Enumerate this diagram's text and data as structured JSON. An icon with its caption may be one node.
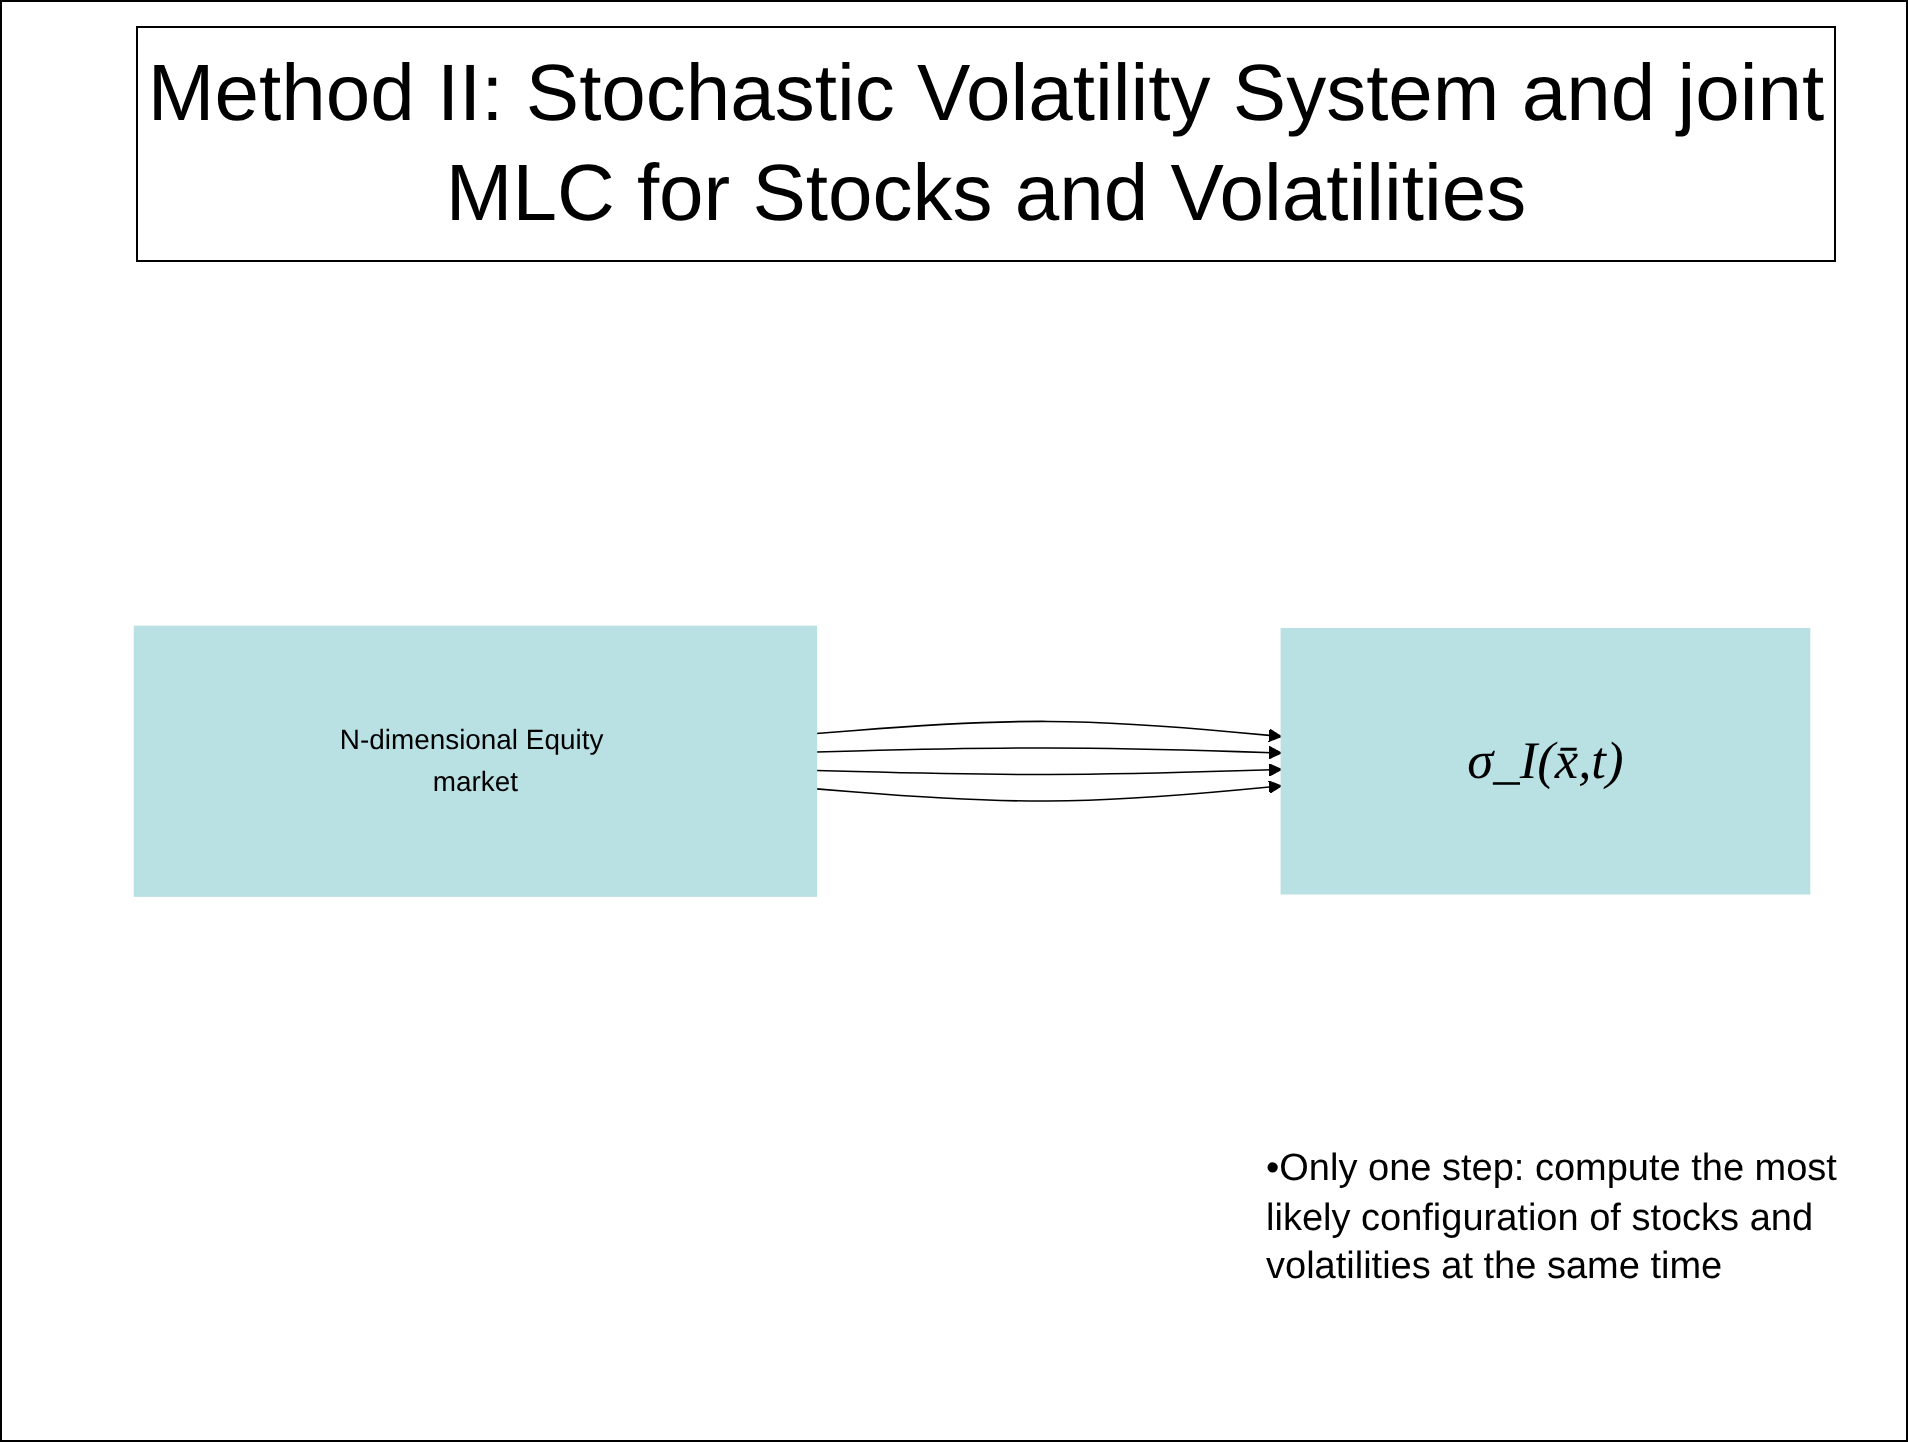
{
  "diagram": {
    "title": "Method II: Stochastic Volatility System and joint MLC for Stocks and Volatilities",
    "nodes": [
      {
        "text": [
          "N-dimensional Equity market"
        ]
      },
      {
        "text": [
          "σ_I(x̄,t)"
        ]
      }
    ],
    "edges": [
      {
        "from": 0,
        "to": 1,
        "arrow": "to"
      },
      {
        "from": 0,
        "to": 1,
        "arrow": "to"
      },
      {
        "from": 0,
        "to": 1,
        "arrow": "to"
      },
      {
        "from": 0,
        "to": 1,
        "arrow": "to"
      }
    ],
    "labels": [
      "•Only one step: compute the most likely configuration of stocks and volatilities at the same time"
    ]
  }
}
